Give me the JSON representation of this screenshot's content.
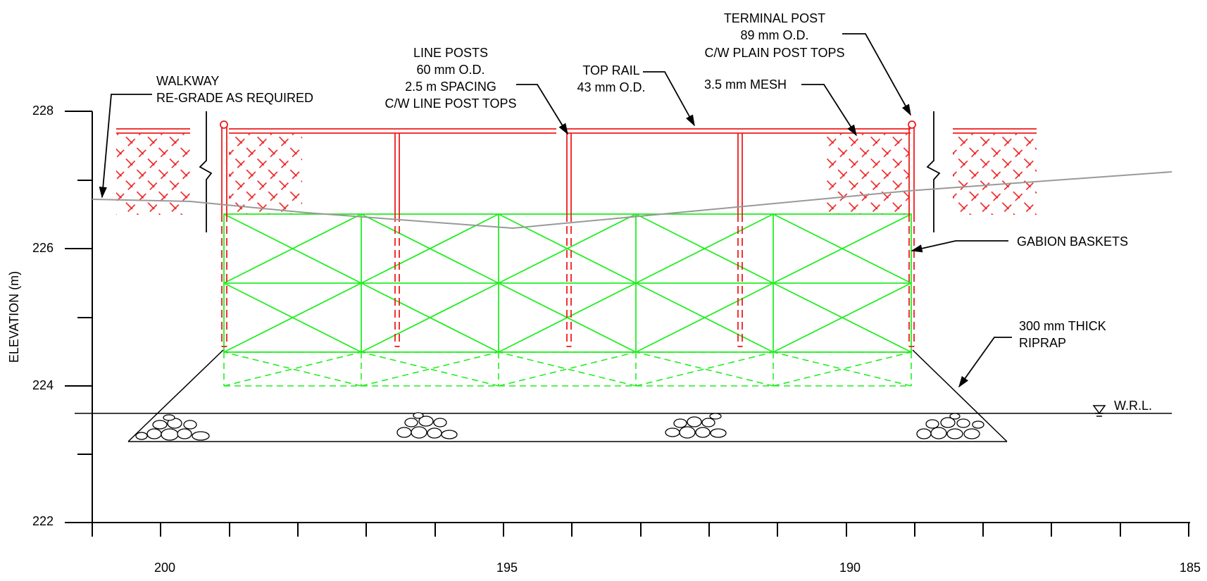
{
  "axes": {
    "y_label": "ELEVATION (m)",
    "y_ticks": [
      "222",
      "224",
      "226",
      "228"
    ],
    "x_ticks": [
      "200",
      "195",
      "190",
      "185"
    ]
  },
  "callouts": {
    "walkway": [
      "WALKWAY",
      "RE-GRADE AS REQUIRED"
    ],
    "line_posts": [
      "LINE POSTS",
      "60 mm O.D.",
      "2.5 m SPACING",
      "C/W LINE POST TOPS"
    ],
    "top_rail": [
      "TOP RAIL",
      "43 mm O.D."
    ],
    "terminal_post": [
      "TERMINAL POST",
      "89 mm O.D.",
      "C/W PLAIN POST TOPS"
    ],
    "mesh": "3.5 mm MESH",
    "gabion": "GABION BASKETS",
    "riprap": [
      "300 mm THICK",
      "RIPRAP"
    ],
    "wrl": "W.R.L."
  },
  "colors": {
    "fence": "#ee1c1c",
    "gabion": "#22ee22",
    "ground": "#999999",
    "ink": "#000000"
  }
}
